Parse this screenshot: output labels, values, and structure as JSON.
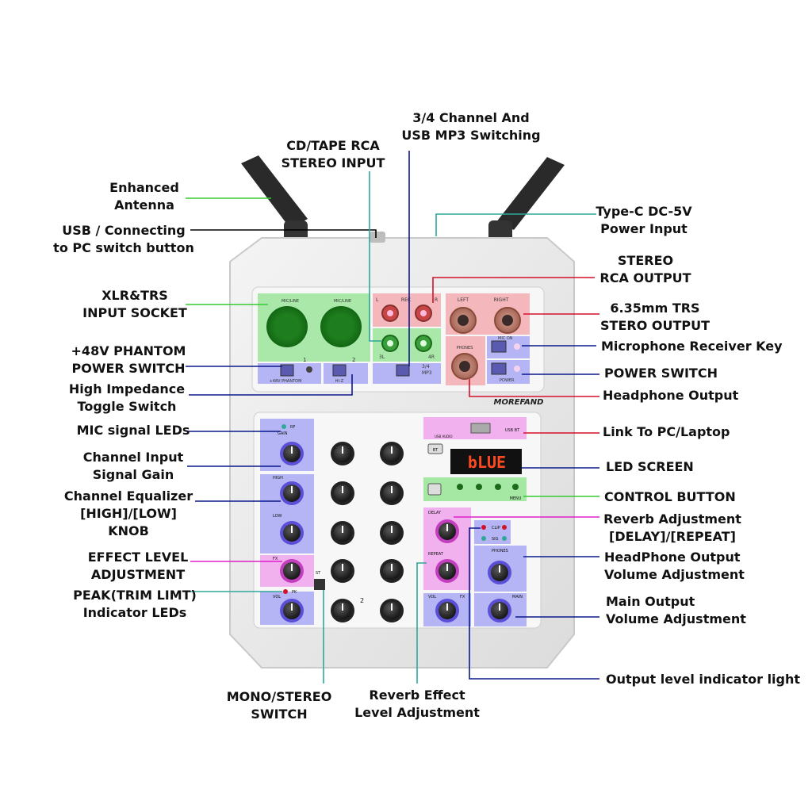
{
  "device": {
    "brand": "MOREFAND",
    "display_text": "bLUE",
    "panel_text": {
      "mic_line_1": "MIC/LINE",
      "mic_line_2": "MIC/LINE",
      "phantom": "+48V PHANTOM",
      "hiz": "HI-Z",
      "ch1": "1",
      "ch2": "2",
      "ch3l": "3L",
      "ch4r": "4R",
      "rec": "REC",
      "l": "L",
      "r": "R",
      "left": "LEFT",
      "right": "RIGHT",
      "phones_top": "PHONES",
      "mic_on": "MIC ON",
      "power": "POWER",
      "sw_34": "3/4",
      "sw_mp3": "MP3",
      "usb_bt": "USB BT",
      "usb_audio": "USB AUDIO",
      "bt": "BT",
      "menu": "MENU",
      "rf": "RF",
      "gain": "GAIN",
      "high": "HIGH",
      "low": "LOW",
      "fx": "FX",
      "vol": "VOL",
      "pk": "PK",
      "st": "ST",
      "delay": "DELAY",
      "repeat": "REPEAT",
      "clip": "CLIP",
      "sig": "SIG",
      "phones": "PHONES",
      "main": "MAIN",
      "st_num": "2"
    }
  },
  "colors": {
    "green": "#33cc33",
    "navy": "#0b1a8c",
    "red": "#d4102a",
    "magenta": "#e020c8",
    "black": "#000000",
    "teal": "#2fa89a",
    "zone_green": "#8fe38f",
    "zone_pink": "#f2a7ad",
    "zone_blue": "#a9a9f5",
    "zone_magenta": "#f0a3ec"
  },
  "labels": {
    "enhanced_antenna": [
      "Enhanced",
      "Antenna"
    ],
    "usb_pc_switch": [
      "USB / Connecting",
      "to PC switch button"
    ],
    "xlr_trs": [
      "XLR&TRS",
      "INPUT SOCKET"
    ],
    "phantom_switch": [
      "+48V PHANTOM",
      "POWER SWITCH"
    ],
    "high_impedance": [
      "High Impedance",
      "Toggle Switch"
    ],
    "mic_signal_leds": [
      "MIC signal LEDs"
    ],
    "channel_input_gain": [
      "Channel Input",
      "Signal Gain"
    ],
    "channel_eq": [
      "Channel Equalizer",
      "[HIGH]/[LOW]",
      "KNOB"
    ],
    "effect_level": [
      "EFFECT LEVEL",
      "ADJUSTMENT"
    ],
    "peak_leds": [
      "PEAK(TRIM LIMT)",
      "Indicator LEDs"
    ],
    "mono_stereo": [
      "MONO/STEREO",
      "SWITCH"
    ],
    "reverb_effect_level": [
      "Reverb Effect",
      "Level Adjustment"
    ],
    "cd_tape": [
      "CD/TAPE RCA",
      "STEREO INPUT"
    ],
    "ch34_usb": [
      "3/4 Channel And",
      "USB MP3 Switching"
    ],
    "typec": [
      "Type-C DC-5V",
      "Power Input"
    ],
    "stereo_rca_out": [
      "STEREO",
      "RCA OUTPUT"
    ],
    "trs_out": [
      "6.35mm TRS",
      "STERO OUTPUT"
    ],
    "mic_receiver_key": [
      "Microphone Receiver Key"
    ],
    "power_switch": [
      "POWER SWITCH"
    ],
    "headphone_output": [
      "Headphone Output"
    ],
    "link_pc": [
      "Link To PC/Laptop"
    ],
    "led_screen": [
      "LED SCREEN"
    ],
    "control_button": [
      "CONTROL BUTTON"
    ],
    "reverb_adjustment": [
      "Reverb Adjustment",
      "[DELAY]/[REPEAT]"
    ],
    "headphone_vol": [
      "HeadPhone Output",
      "Volume Adjustment"
    ],
    "main_vol": [
      "Main Output",
      "Volume Adjustment"
    ],
    "output_level_light": [
      "Output level indicator light"
    ]
  }
}
